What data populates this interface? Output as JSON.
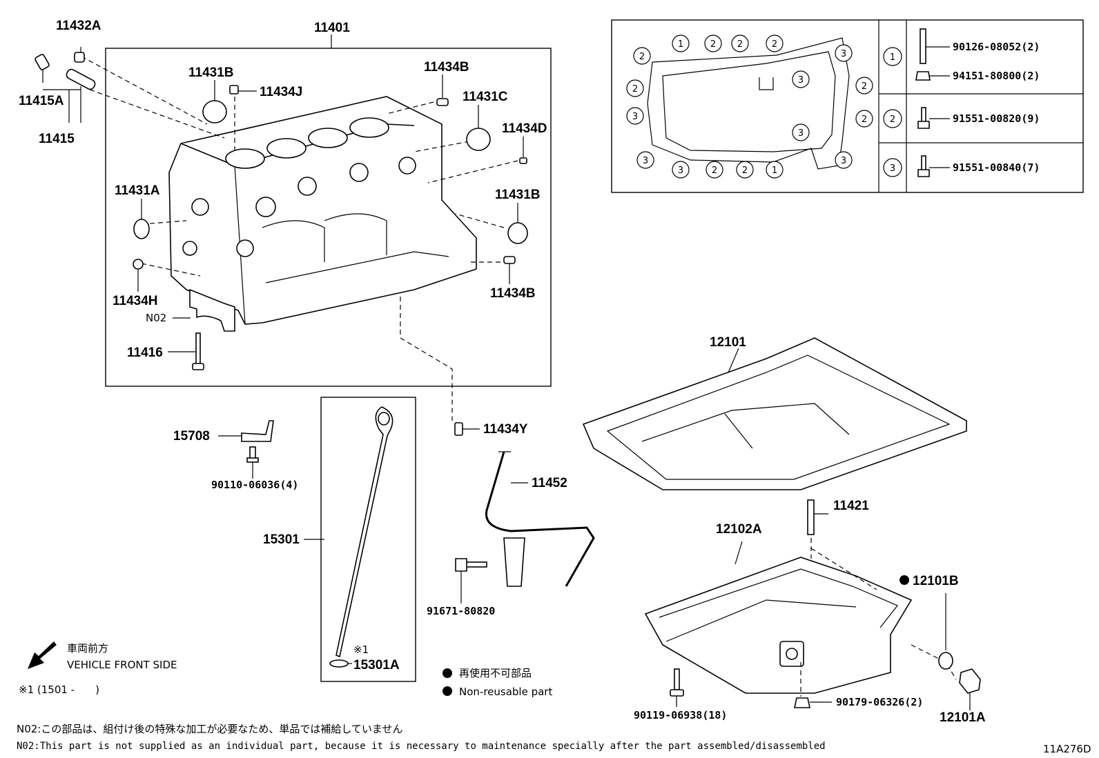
{
  "labels": {
    "p11432A": "11432A",
    "p11401": "11401",
    "p11415A": "11415A",
    "p11415": "11415",
    "p11431B_top": "11431B",
    "p11434J": "11434J",
    "p11434B_top": "11434B",
    "p11431C": "11431C",
    "p11434D": "11434D",
    "p11431A": "11431A",
    "p11431B_right": "11431B",
    "p11434H": "11434H",
    "p11434B_right": "11434B",
    "n02_tag": "N02",
    "p11416": "11416",
    "p15708": "15708",
    "p90110": "90110-06036(4)",
    "p15301": "15301",
    "p15301A": "15301A",
    "mark1": "※1",
    "p11434Y": "11434Y",
    "p11452": "11452",
    "p91671": "91671-80820",
    "p12101": "12101",
    "p11421": "11421",
    "p12102A": "12102A",
    "p12101B": "12101B",
    "p90119": "90119-06938(18)",
    "p90179": "90179-06326(2)",
    "p12101A": "12101A"
  },
  "bolt_table": [
    {
      "key": "1",
      "parts": [
        "90126-08052(2)",
        "94151-80800(2)"
      ]
    },
    {
      "key": "2",
      "parts": [
        "91551-00820(9)"
      ]
    },
    {
      "key": "3",
      "parts": [
        "91551-00840(7)"
      ]
    }
  ],
  "gasket_markers": {
    "top": [
      "1",
      "2",
      "2",
      "2"
    ],
    "left": [
      "2",
      "2",
      "3",
      "3"
    ],
    "right": [
      "3",
      "3",
      "2",
      "2",
      "3",
      "3"
    ],
    "bottom": [
      "3",
      "2",
      "2",
      "1"
    ]
  },
  "direction": {
    "jp": "車両前方",
    "en": "VEHICLE FRONT SIDE"
  },
  "footnote_range": "※1 (1501 -　　)",
  "legend": {
    "jp": "再使用不可部品",
    "en": "Non-reusable part"
  },
  "notes": {
    "jp": "N02:この部品は、組付け後の特殊な加工が必要なため、単品では補給していません",
    "en": "N02:This part is not supplied as an individual part, because it is necessary to maintenance specially after the part assembled/disassembled"
  },
  "figure_code": "11A276D"
}
